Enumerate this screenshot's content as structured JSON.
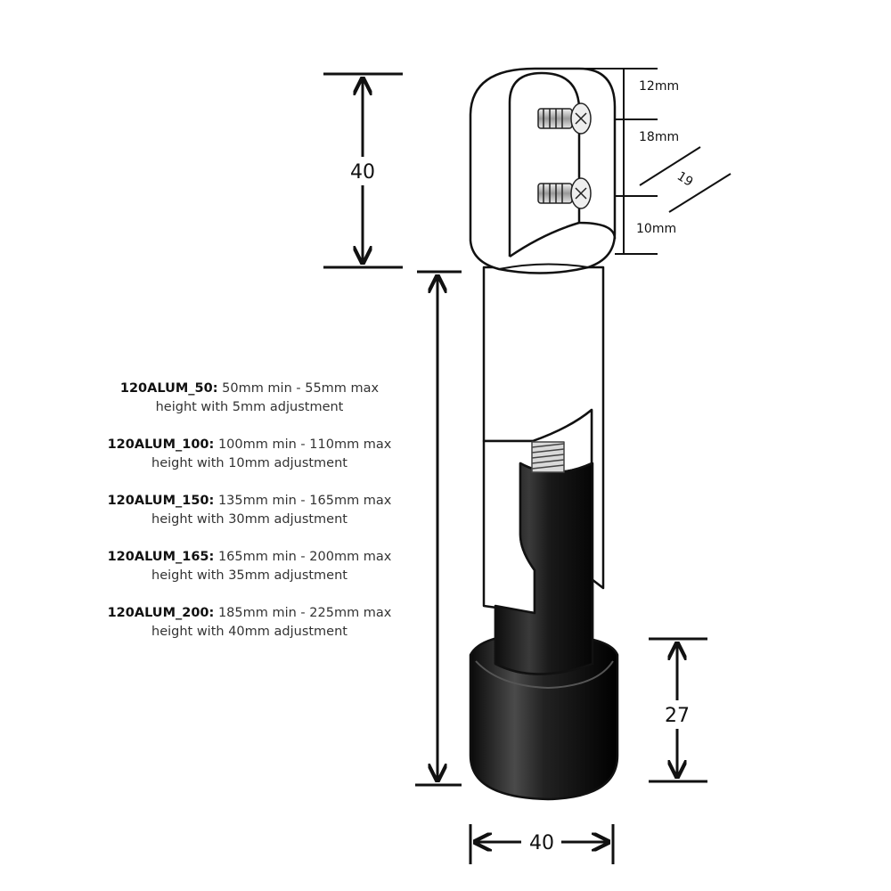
{
  "dimensions": {
    "cap_height": "40",
    "cap_top_gap": "12mm",
    "screw_spacing": "18mm",
    "screw_length": "19",
    "cap_bottom_gap": "10mm",
    "foot_height": "27",
    "foot_width": "40"
  },
  "specs": [
    {
      "model": "120ALUM_50:",
      "text": "50mm min - 55mm max height with 5mm adjustment"
    },
    {
      "model": "120ALUM_100:",
      "text": "100mm min - 110mm max height with 10mm adjustment"
    },
    {
      "model": "120ALUM_150:",
      "text": "135mm min - 165mm max height with 30mm adjustment"
    },
    {
      "model": "120ALUM_165:",
      "text": "165mm min - 200mm max height with 35mm adjustment"
    },
    {
      "model": "120ALUM_200:",
      "text": "185mm min - 225mm max height with 40mm adjustment"
    }
  ],
  "colors": {
    "line": "#111111",
    "aluminium": "#ffffff",
    "foot": "#1a1a1a"
  }
}
